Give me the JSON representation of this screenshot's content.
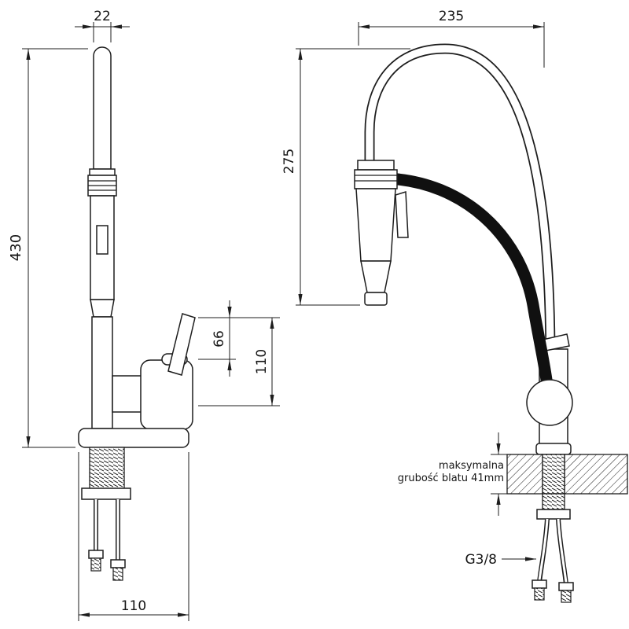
{
  "drawing": {
    "background": "#ffffff",
    "line_color": "#1d1d1d"
  },
  "left_view": {
    "dim_spout_width": "22",
    "dim_total_height": "430",
    "dim_handle_height": "66",
    "dim_body_height": "110",
    "dim_base_width": "110"
  },
  "right_view": {
    "dim_total_width": "235",
    "dim_spout_height": "275",
    "countertop_note_line1": "maksymalna",
    "countertop_note_line2": "grubość blatu 41mm",
    "thread_size": "G3/8"
  }
}
